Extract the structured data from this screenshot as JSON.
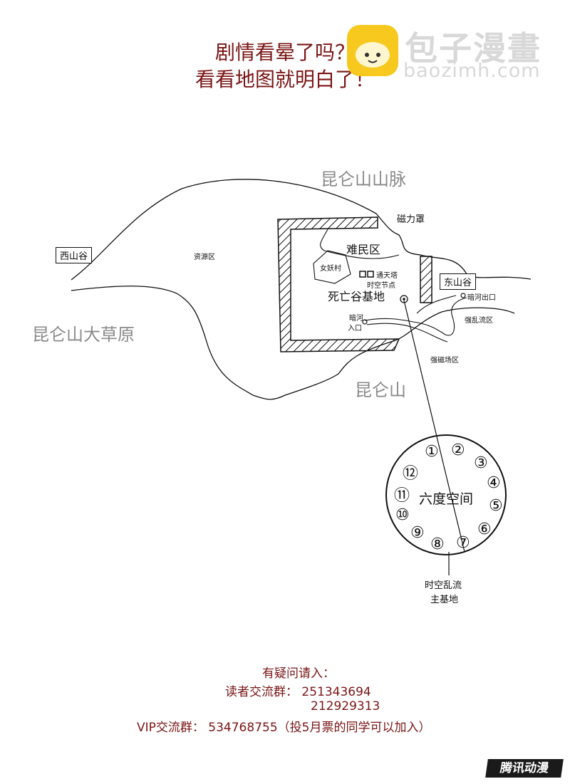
{
  "header": {
    "line1": "剧情看晕了吗？",
    "line2": "看看地图就明白了！"
  },
  "logo": {
    "name_cn": "包子漫畫",
    "name_en": "baozimh.com",
    "icon": "bun-icon",
    "color": "#f7c81e"
  },
  "map": {
    "mountain_range": "昆仑山山脉",
    "grassland": "昆仑山大草原",
    "mountain": "昆仑山",
    "west_valley": "西山谷",
    "east_valley": "东山谷",
    "resource_zone": "资源区",
    "magnetic_shield": "磁力罩",
    "refugee_zone": "难民区",
    "demon_village": "女妖村",
    "sky_tower": "通天塔",
    "time_node": "时空节点",
    "death_valley_base": "死亡谷基地",
    "dark_river_entrance_1": "暗河",
    "dark_river_entrance_2": "入口",
    "dark_river_exit": "暗河出口",
    "chaos_zone": "强乱流区",
    "magnetic_field_zone": "强磁场区",
    "six_space": "六度空间",
    "numbers": [
      "①",
      "②",
      "③",
      "④",
      "⑤",
      "⑥",
      "⑦",
      "⑧",
      "⑨",
      "⑩",
      "⑪",
      "⑫"
    ],
    "main_base_1": "时空乱流",
    "main_base_2": "主基地"
  },
  "footer": {
    "line1": "有疑问请入：",
    "line2": "读者交流群：  251343694",
    "line3": "212929313",
    "line4": "VIP交流群：  534768755（投5月票的同学可以加入）"
  },
  "watermark": {
    "text": "腾讯动漫"
  },
  "colors": {
    "title": "#7a1414",
    "grey_label": "#8a8a8a"
  }
}
